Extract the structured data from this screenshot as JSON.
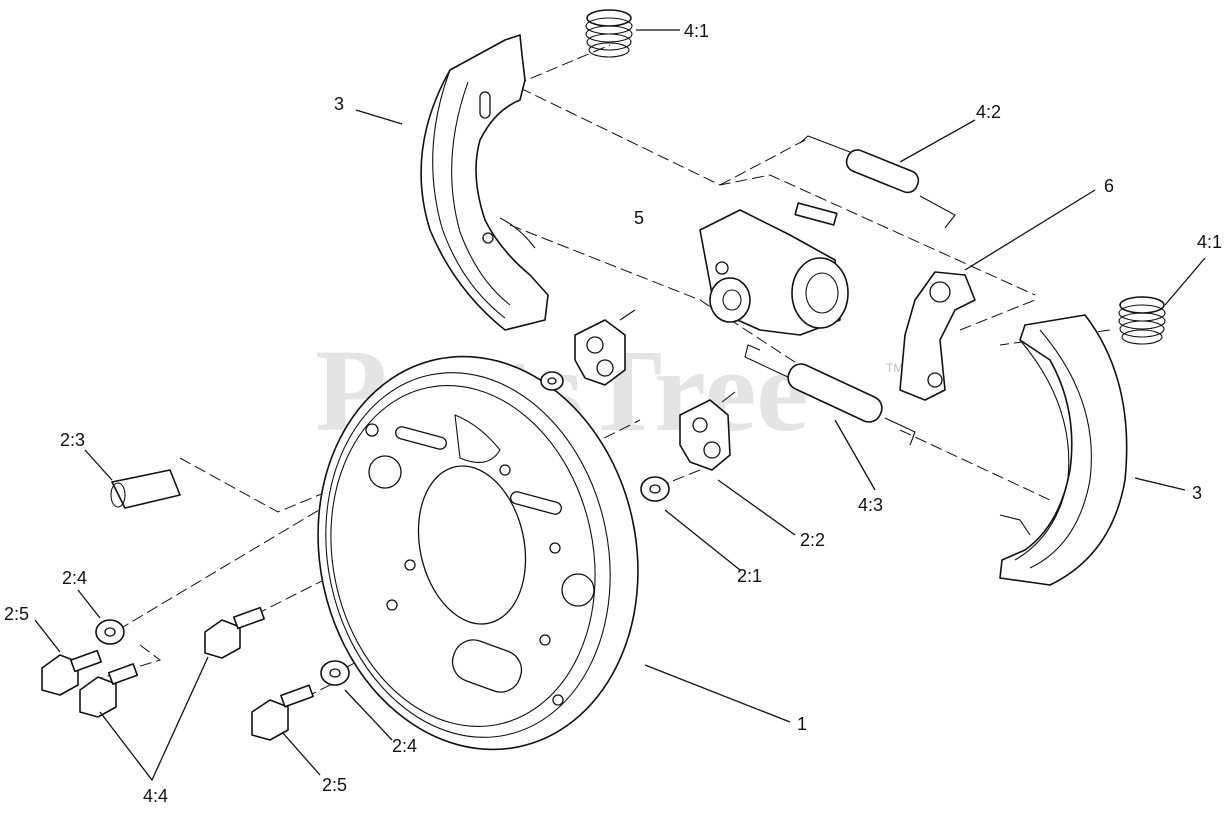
{
  "watermark": {
    "text": "PartsTree",
    "trademark": "TM"
  },
  "callouts": {
    "c4_1_top": "4:1",
    "c3_left": "3",
    "c4_2": "4:2",
    "c6": "6",
    "c5": "5",
    "c4_1_right": "4:1",
    "c2_3": "2:3",
    "c4_3": "4:3",
    "c3_right": "3",
    "c2_2": "2:2",
    "c2_1": "2:1",
    "c2_4_left": "2:4",
    "c2_5_left": "2:5",
    "c1": "1",
    "c2_4_bottom": "2:4",
    "c2_5_bottom": "2:5",
    "c4_4": "4:4"
  }
}
